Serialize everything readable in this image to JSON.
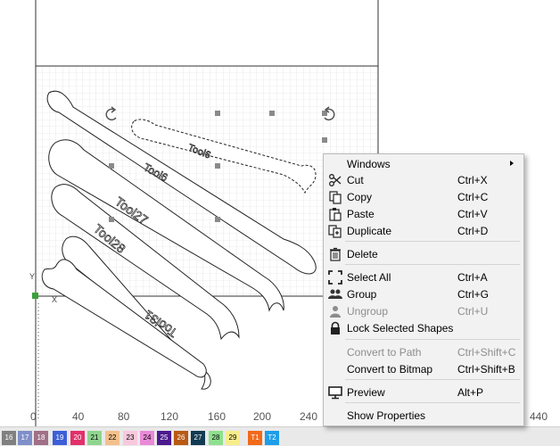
{
  "ruler": {
    "labels": [
      "0",
      "40",
      "80",
      "120",
      "160",
      "200",
      "240",
      "440"
    ]
  },
  "axes": {
    "x_letter": "X",
    "y_letter": "Y"
  },
  "shapes": {
    "labels": [
      "Tool6",
      "Tool6",
      "Tool27",
      "Tool28",
      "Tool31"
    ]
  },
  "menu": {
    "windows": "Windows",
    "cut": "Cut",
    "cut_sc": "Ctrl+X",
    "copy": "Copy",
    "copy_sc": "Ctrl+C",
    "paste": "Paste",
    "paste_sc": "Ctrl+V",
    "duplicate": "Duplicate",
    "duplicate_sc": "Ctrl+D",
    "delete": "Delete",
    "select_all": "Select All",
    "select_all_sc": "Ctrl+A",
    "group": "Group",
    "group_sc": "Ctrl+G",
    "ungroup": "Ungroup",
    "ungroup_sc": "Ctrl+U",
    "lock": "Lock Selected Shapes",
    "convert_path": "Convert to Path",
    "convert_path_sc": "Ctrl+Shift+C",
    "convert_bitmap": "Convert to Bitmap",
    "convert_bitmap_sc": "Ctrl+Shift+B",
    "preview": "Preview",
    "preview_sc": "Alt+P",
    "show_properties": "Show Properties"
  },
  "palette": [
    {
      "label": "16",
      "color": "#808080",
      "text": "#ffffff"
    },
    {
      "label": "17",
      "color": "#7f8fc9",
      "text": "#ffffff"
    },
    {
      "label": "18",
      "color": "#a07088",
      "text": "#ffffff"
    },
    {
      "label": "19",
      "color": "#3c5fd8",
      "text": "#ffffff"
    },
    {
      "label": "20",
      "color": "#e2306a",
      "text": "#ffffff"
    },
    {
      "label": "21",
      "color": "#8fd48f",
      "text": "#000000"
    },
    {
      "label": "22",
      "color": "#f4c08c",
      "text": "#000000"
    },
    {
      "label": "23",
      "color": "#f8c8dc",
      "text": "#000000"
    },
    {
      "label": "24",
      "color": "#e98ad8",
      "text": "#000000"
    },
    {
      "label": "25",
      "color": "#4b1a8e",
      "text": "#ffffff"
    },
    {
      "label": "26",
      "color": "#b85a14",
      "text": "#ffffff"
    },
    {
      "label": "27",
      "color": "#123a52",
      "text": "#ffffff"
    },
    {
      "label": "28",
      "color": "#8ee08e",
      "text": "#000000"
    },
    {
      "label": "29",
      "color": "#f7ed8a",
      "text": "#000000"
    },
    {
      "label": "T1",
      "color": "#f26a1b",
      "text": "#ffffff"
    },
    {
      "label": "T2",
      "color": "#1e9ee8",
      "text": "#ffffff"
    }
  ]
}
